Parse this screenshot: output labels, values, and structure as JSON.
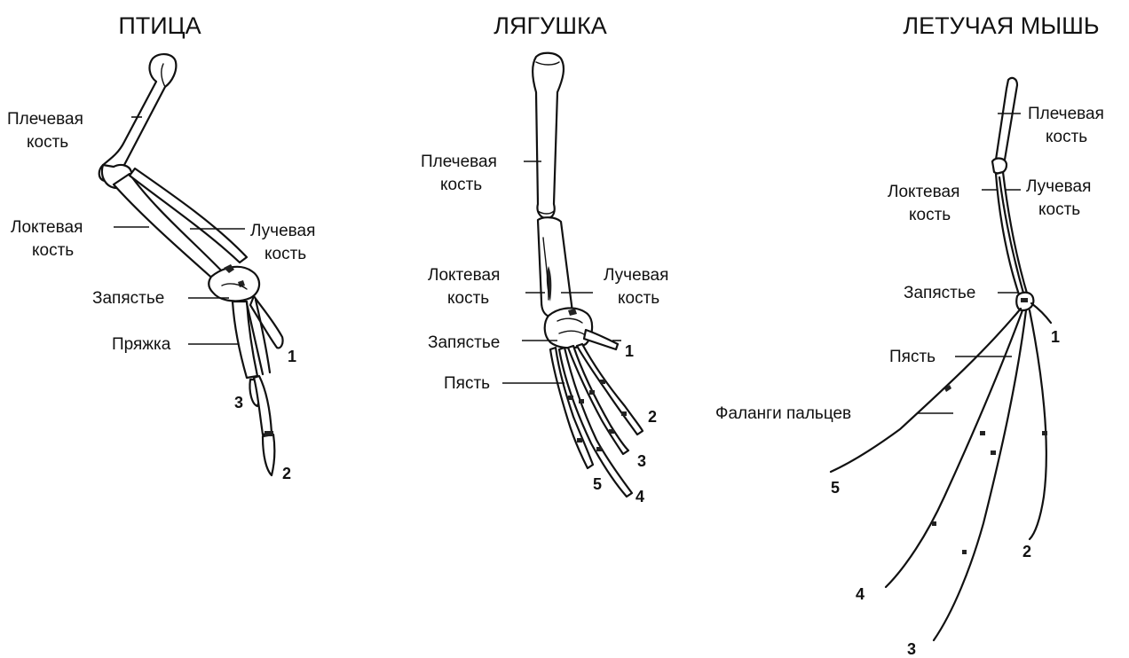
{
  "bird": {
    "title": "ПТИЦА",
    "labels": {
      "humerus_1": "Плечевая",
      "humerus_2": "кость",
      "ulna_1": "Локтевая",
      "ulna_2": "кость",
      "radius_1": "Лучевая",
      "radius_2": "кость",
      "wrist": "Запястье",
      "buckle": "Пряжка"
    },
    "digits": [
      "1",
      "3",
      "2"
    ]
  },
  "frog": {
    "title": "ЛЯГУШКА",
    "labels": {
      "humerus_1": "Плечевая",
      "humerus_2": "кость",
      "ulna_1": "Локтевая",
      "ulna_2": "кость",
      "radius_1": "Лучевая",
      "radius_2": "кость",
      "wrist": "Запястье",
      "metacarpus": "Пясть"
    },
    "digits": [
      "1",
      "2",
      "3",
      "4",
      "5"
    ]
  },
  "bat": {
    "title": "ЛЕТУЧАЯ МЫШЬ",
    "labels": {
      "humerus_1": "Плечевая",
      "humerus_2": "кость",
      "ulna_1": "Локтевая",
      "ulna_2": "кость",
      "radius_1": "Лучевая",
      "radius_2": "кость",
      "wrist": "Запястье",
      "metacarpus": "Пясть",
      "phalanges": "Фаланги пальцев"
    },
    "digits": [
      "1",
      "2",
      "3",
      "4",
      "5"
    ]
  }
}
